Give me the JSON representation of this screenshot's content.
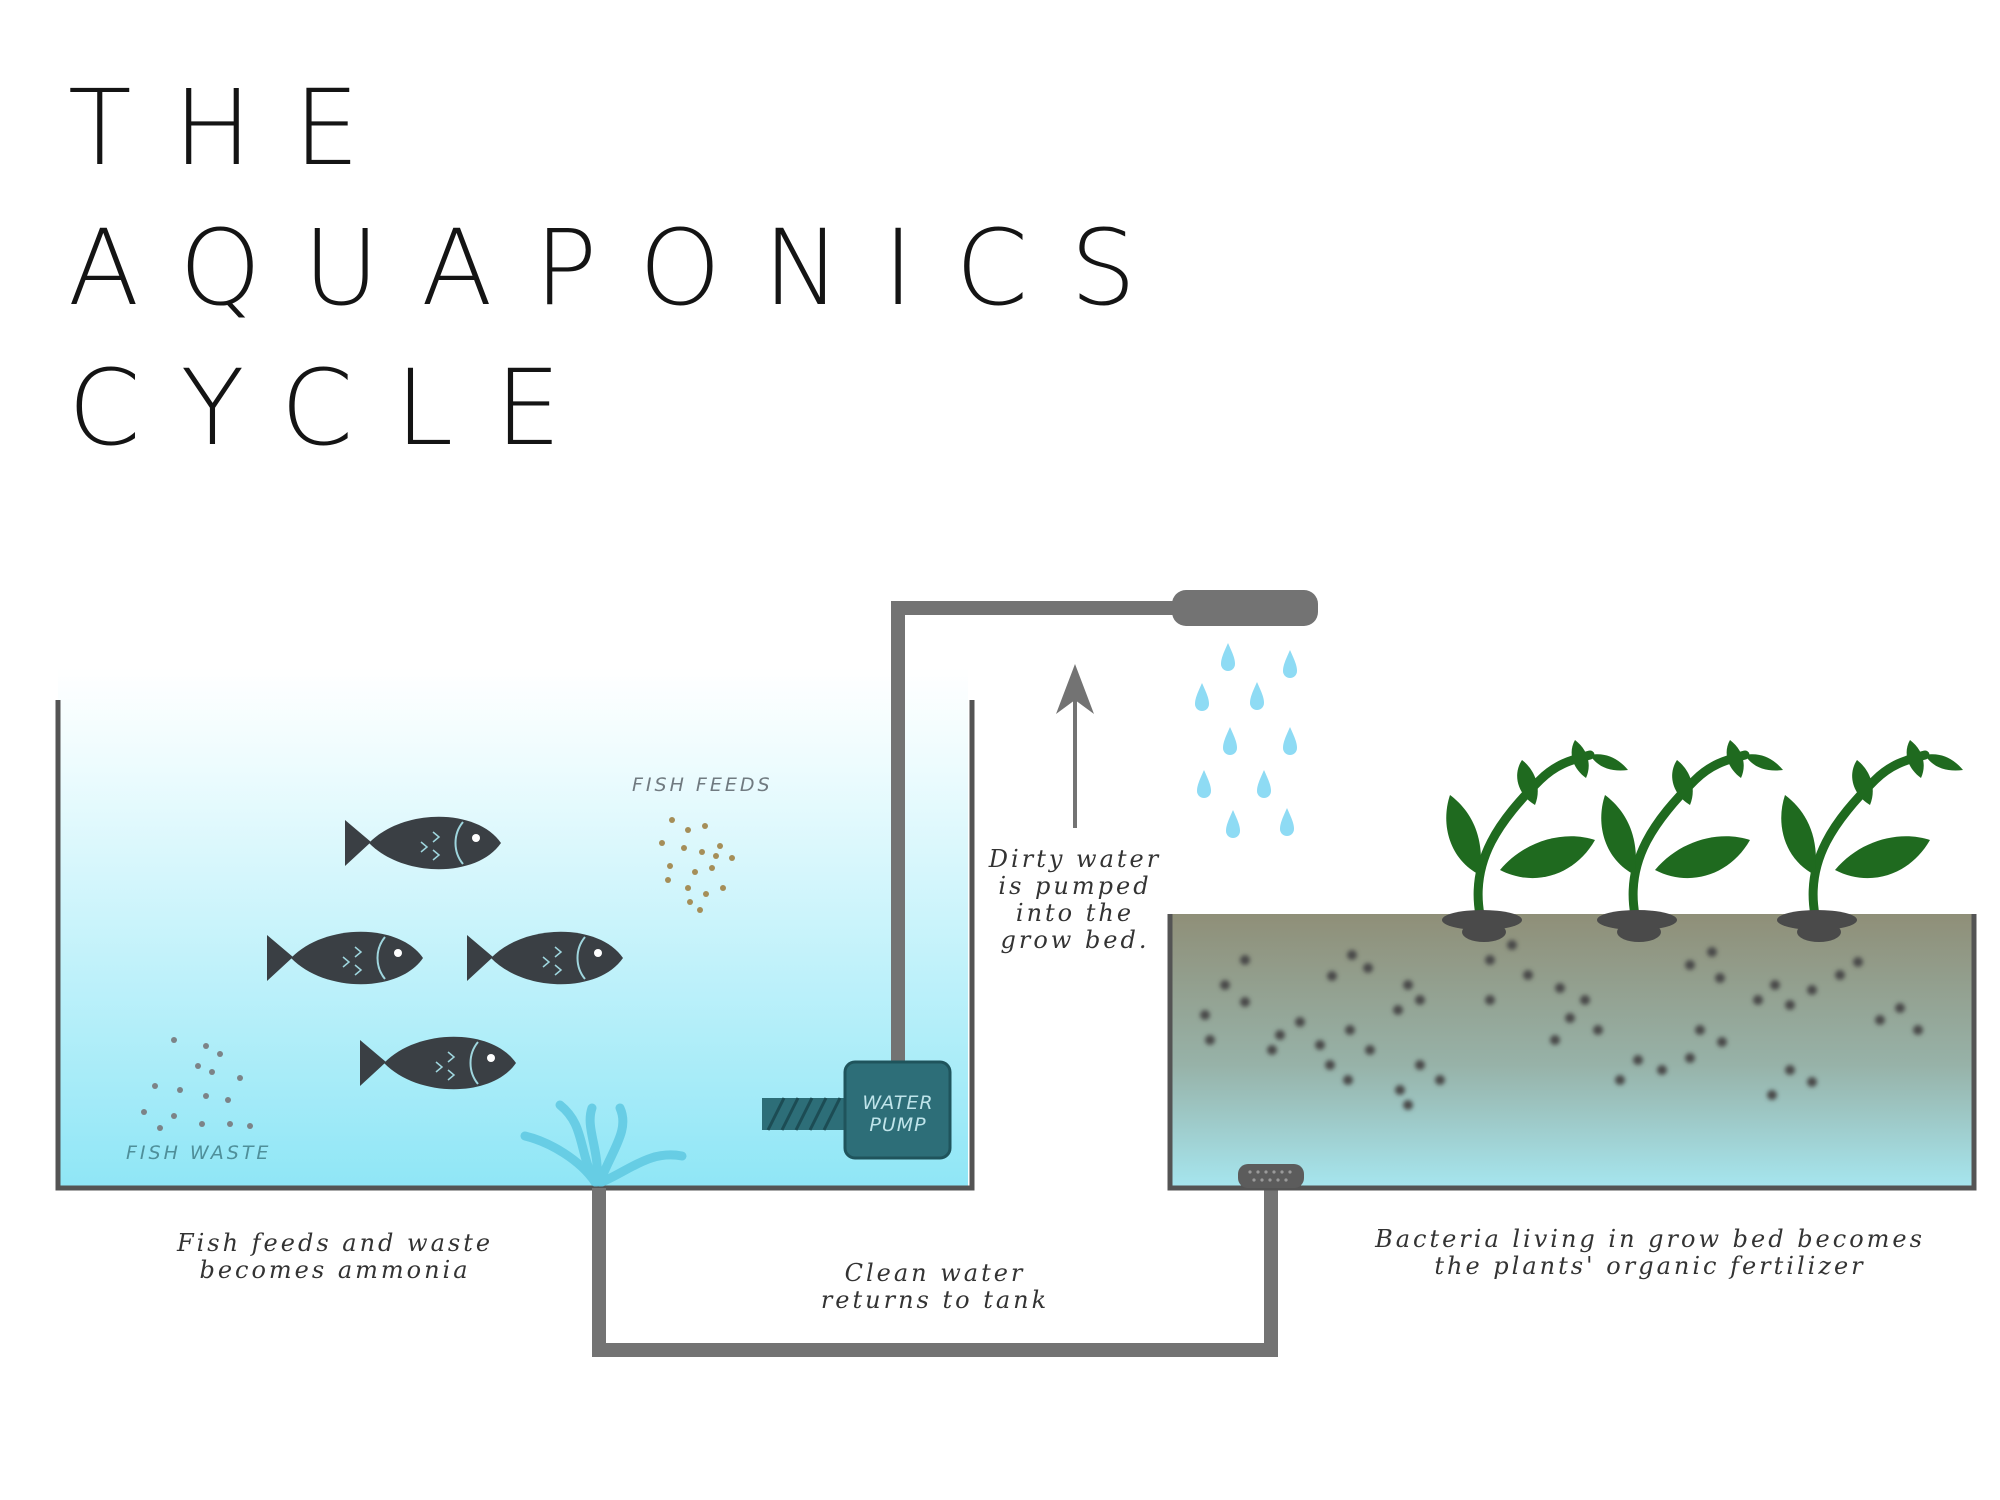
{
  "title": {
    "line1": "THE",
    "line2": "AQUAPONICS",
    "line3": "CYCLE"
  },
  "tank": {
    "fish_feeds_label": "FISH FEEDS",
    "fish_waste_label": "FISH WASTE",
    "caption": [
      "Fish feeds and waste",
      "becomes ammonia"
    ]
  },
  "pump": {
    "label": [
      "WATER",
      "PUMP"
    ]
  },
  "uplift": {
    "caption": [
      "Dirty water",
      "is pumped",
      "into the",
      "grow bed."
    ]
  },
  "return": {
    "caption": [
      "Clean water",
      "returns to tank"
    ]
  },
  "grow_bed": {
    "caption": [
      "Bacteria living in grow bed becomes",
      "the plants' organic fertilizer"
    ]
  },
  "colors": {
    "water_light": "#eefcfe",
    "water_deep": "#8fe6f6",
    "tank_wall": "#545454",
    "pipe": "#737373",
    "fish": "#3a3f44",
    "pump_body": "#2d6e78",
    "feed_dot": "#a58e58",
    "soil_top": "#8f8f78",
    "soil_bottom": "#a6e6ef",
    "leaf": "#1f6a1f",
    "drop": "#8edbf4",
    "waste_dot": "#7c8387",
    "waste_label": "#4f8f9a",
    "feeds_label": "#707a80"
  },
  "icons": [
    "fish-icon",
    "water-drop-icon",
    "seedling-icon",
    "up-arrow-icon",
    "pump-icon",
    "bubbler-icon"
  ]
}
